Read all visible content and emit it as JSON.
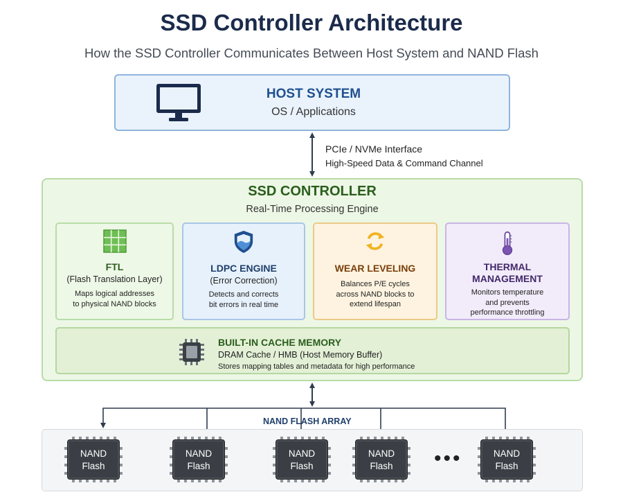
{
  "title": "SSD Controller Architecture",
  "subtitle": "How the SSD Controller Communicates Between Host System and NAND Flash",
  "host": {
    "title": "HOST SYSTEM",
    "subtitle": "OS / Applications",
    "icon": "monitor-icon"
  },
  "interface": {
    "line1": "PCIe / NVMe Interface",
    "line2": "High-Speed Data & Command Channel"
  },
  "controller": {
    "title": "SSD CONTROLLER",
    "subtitle": "Real-Time Processing Engine",
    "cards": [
      {
        "title": "FTL",
        "subtitle": "(Flash Translation Layer)",
        "desc_lines": [
          "Maps logical addresses",
          "to physical NAND blocks"
        ],
        "icon": "grid-icon",
        "color": "#2a5e1c"
      },
      {
        "title": "LDPC ENGINE",
        "subtitle": "(Error Correction)",
        "desc_lines": [
          "Detects and corrects",
          "bit errors in real time"
        ],
        "icon": "shield-icon",
        "color": "#1f3f6d"
      },
      {
        "title": "WEAR LEVELING",
        "subtitle": "",
        "desc_lines": [
          "Balances P/E cycles",
          "across NAND blocks to",
          "extend lifespan"
        ],
        "icon": "cycle-arrows-icon",
        "color": "#7a3e0a"
      },
      {
        "title_lines": [
          "THERMAL",
          "MANAGEMENT"
        ],
        "desc_lines": [
          "Monitors temperature",
          "and prevents",
          "performance throttling"
        ],
        "icon": "thermometer-icon",
        "color": "#42286b"
      }
    ],
    "cache": {
      "title": "BUILT-IN CACHE MEMORY",
      "subtitle": "DRAM Cache / HMB (Host Memory Buffer)",
      "desc": "Stores mapping tables and metadata for high performance",
      "icon": "chip-icon"
    }
  },
  "nand_array": {
    "label": "NAND FLASH ARRAY",
    "chips": [
      {
        "line1": "NAND",
        "line2": "Flash"
      },
      {
        "line1": "NAND",
        "line2": "Flash"
      },
      {
        "line1": "NAND",
        "line2": "Flash"
      },
      {
        "line1": "NAND",
        "line2": "Flash"
      },
      {
        "line1": "NAND",
        "line2": "Flash"
      }
    ],
    "ellipsis": "•••"
  }
}
